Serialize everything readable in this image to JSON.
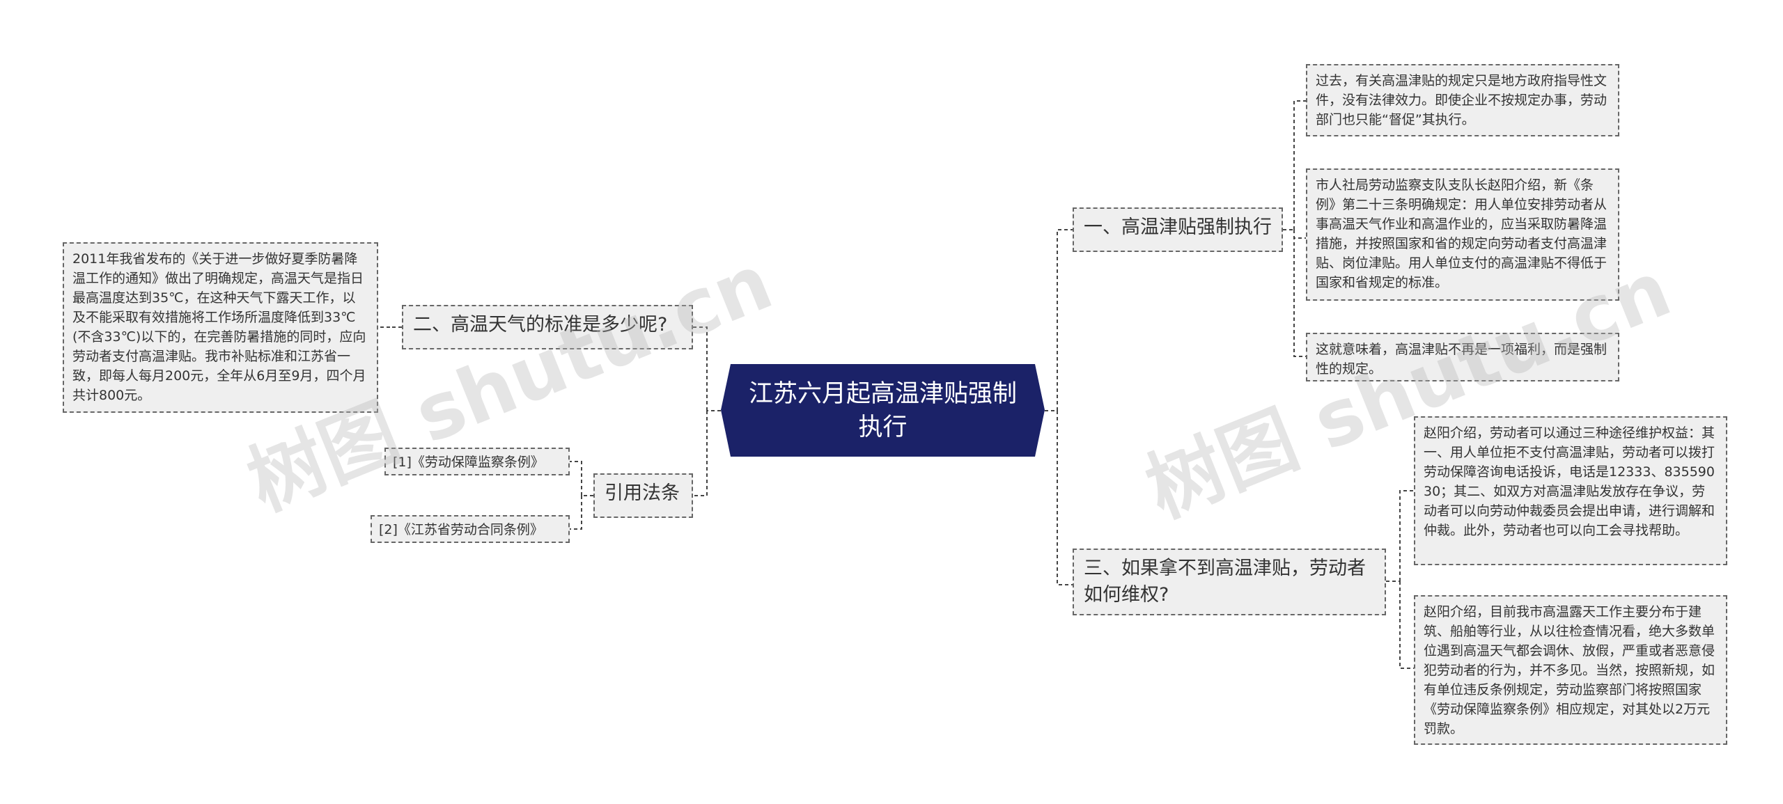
{
  "root": {
    "title": "江苏六月起高温津贴强制执行",
    "color": "#1b2268"
  },
  "branches": {
    "b1": {
      "label": "一、高温津贴强制执行",
      "leaves": [
        "过去，有关高温津贴的规定只是地方政府指导性文件，没有法律效力。即使企业不按规定办事，劳动部门也只能“督促”其执行。",
        "市人社局劳动监察支队支队长赵阳介绍，新《条例》第二十三条明确规定：用人单位安排劳动者从事高温天气作业和高温作业的，应当采取防暑降温措施，并按照国家和省的规定向劳动者支付高温津贴、岗位津贴。用人单位支付的高温津贴不得低于国家和省规定的标准。",
        "这就意味着，高温津贴不再是一项福利，而是强制性的规定。"
      ]
    },
    "b2": {
      "label": "二、高温天气的标准是多少呢?",
      "leaves": [
        "2011年我省发布的《关于进一步做好夏季防暑降温工作的通知》做出了明确规定，高温天气是指日最高温度达到35℃，在这种天气下露天工作，以及不能采取有效措施将工作场所温度降低到33℃(不含33℃)以下的，在完善防暑措施的同时，应向劳动者支付高温津贴。我市补贴标准和江苏省一致，即每人每月200元，全年从6月至9月，四个月共计800元。"
      ]
    },
    "b3": {
      "label": "三、如果拿不到高温津贴，劳动者如何维权?",
      "leaves": [
        "赵阳介绍，劳动者可以通过三种途径维护权益：其一、用人单位拒不支付高温津贴，劳动者可以拨打劳动保障咨询电话投诉，电话是12333、83559030；其二、如双方对高温津贴发放存在争议，劳动者可以向劳动仲裁委员会提出申请，进行调解和仲裁。此外，劳动者也可以向工会寻找帮助。",
        "赵阳介绍，目前我市高温露天工作主要分布于建筑、船舶等行业，从以往检查情况看，绝大多数单位遇到高温天气都会调休、放假，严重或者恶意侵犯劳动者的行为，并不多见。当然，按照新规，如有单位违反条例规定，劳动监察部门将按照国家《劳动保障监察条例》相应规定，对其处以2万元罚款。"
      ]
    },
    "b4": {
      "label": "引用法条",
      "leaves": [
        "[1]《劳动保障监察条例》",
        "[2]《江苏省劳动合同条例》"
      ]
    }
  },
  "watermarks": [
    "树图 shutu.cn",
    "树图 shutu.cn"
  ],
  "line_color": "#444444"
}
